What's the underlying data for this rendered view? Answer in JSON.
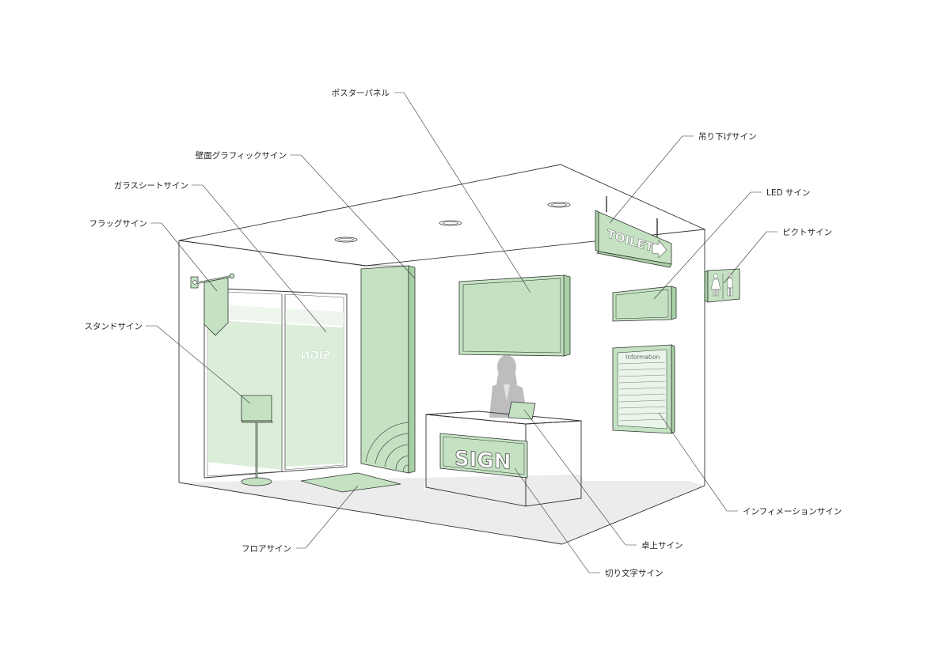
{
  "labels": {
    "poster_panel": "ポスターパネル",
    "hanging_sign": "吊り下げサイン",
    "wall_graphic_sign": "壁面グラフィックサイン",
    "glass_sheet_sign": "ガラスシートサイン",
    "led_sign": "LED サイン",
    "flag_sign": "フラッグサイン",
    "pictogram_sign": "ピクトサイン",
    "stand_sign": "スタンドサイン",
    "information_sign": "インフィメーションサイン",
    "floor_sign": "フロアサイン",
    "desktop_sign": "卓上サイン",
    "cut_letter_sign": "切り文字サイン"
  },
  "sign_texts": {
    "toilet": "TOILET",
    "sign_counter": "SIGN",
    "sign_glass": "SIGN",
    "information_header": "Information"
  },
  "colors": {
    "sign_green": "#c4e2c2",
    "sign_green_dark": "#a8d1a6",
    "floor_gray": "#ececec",
    "figure_gray": "#bdbdbd",
    "line": "#333333"
  }
}
